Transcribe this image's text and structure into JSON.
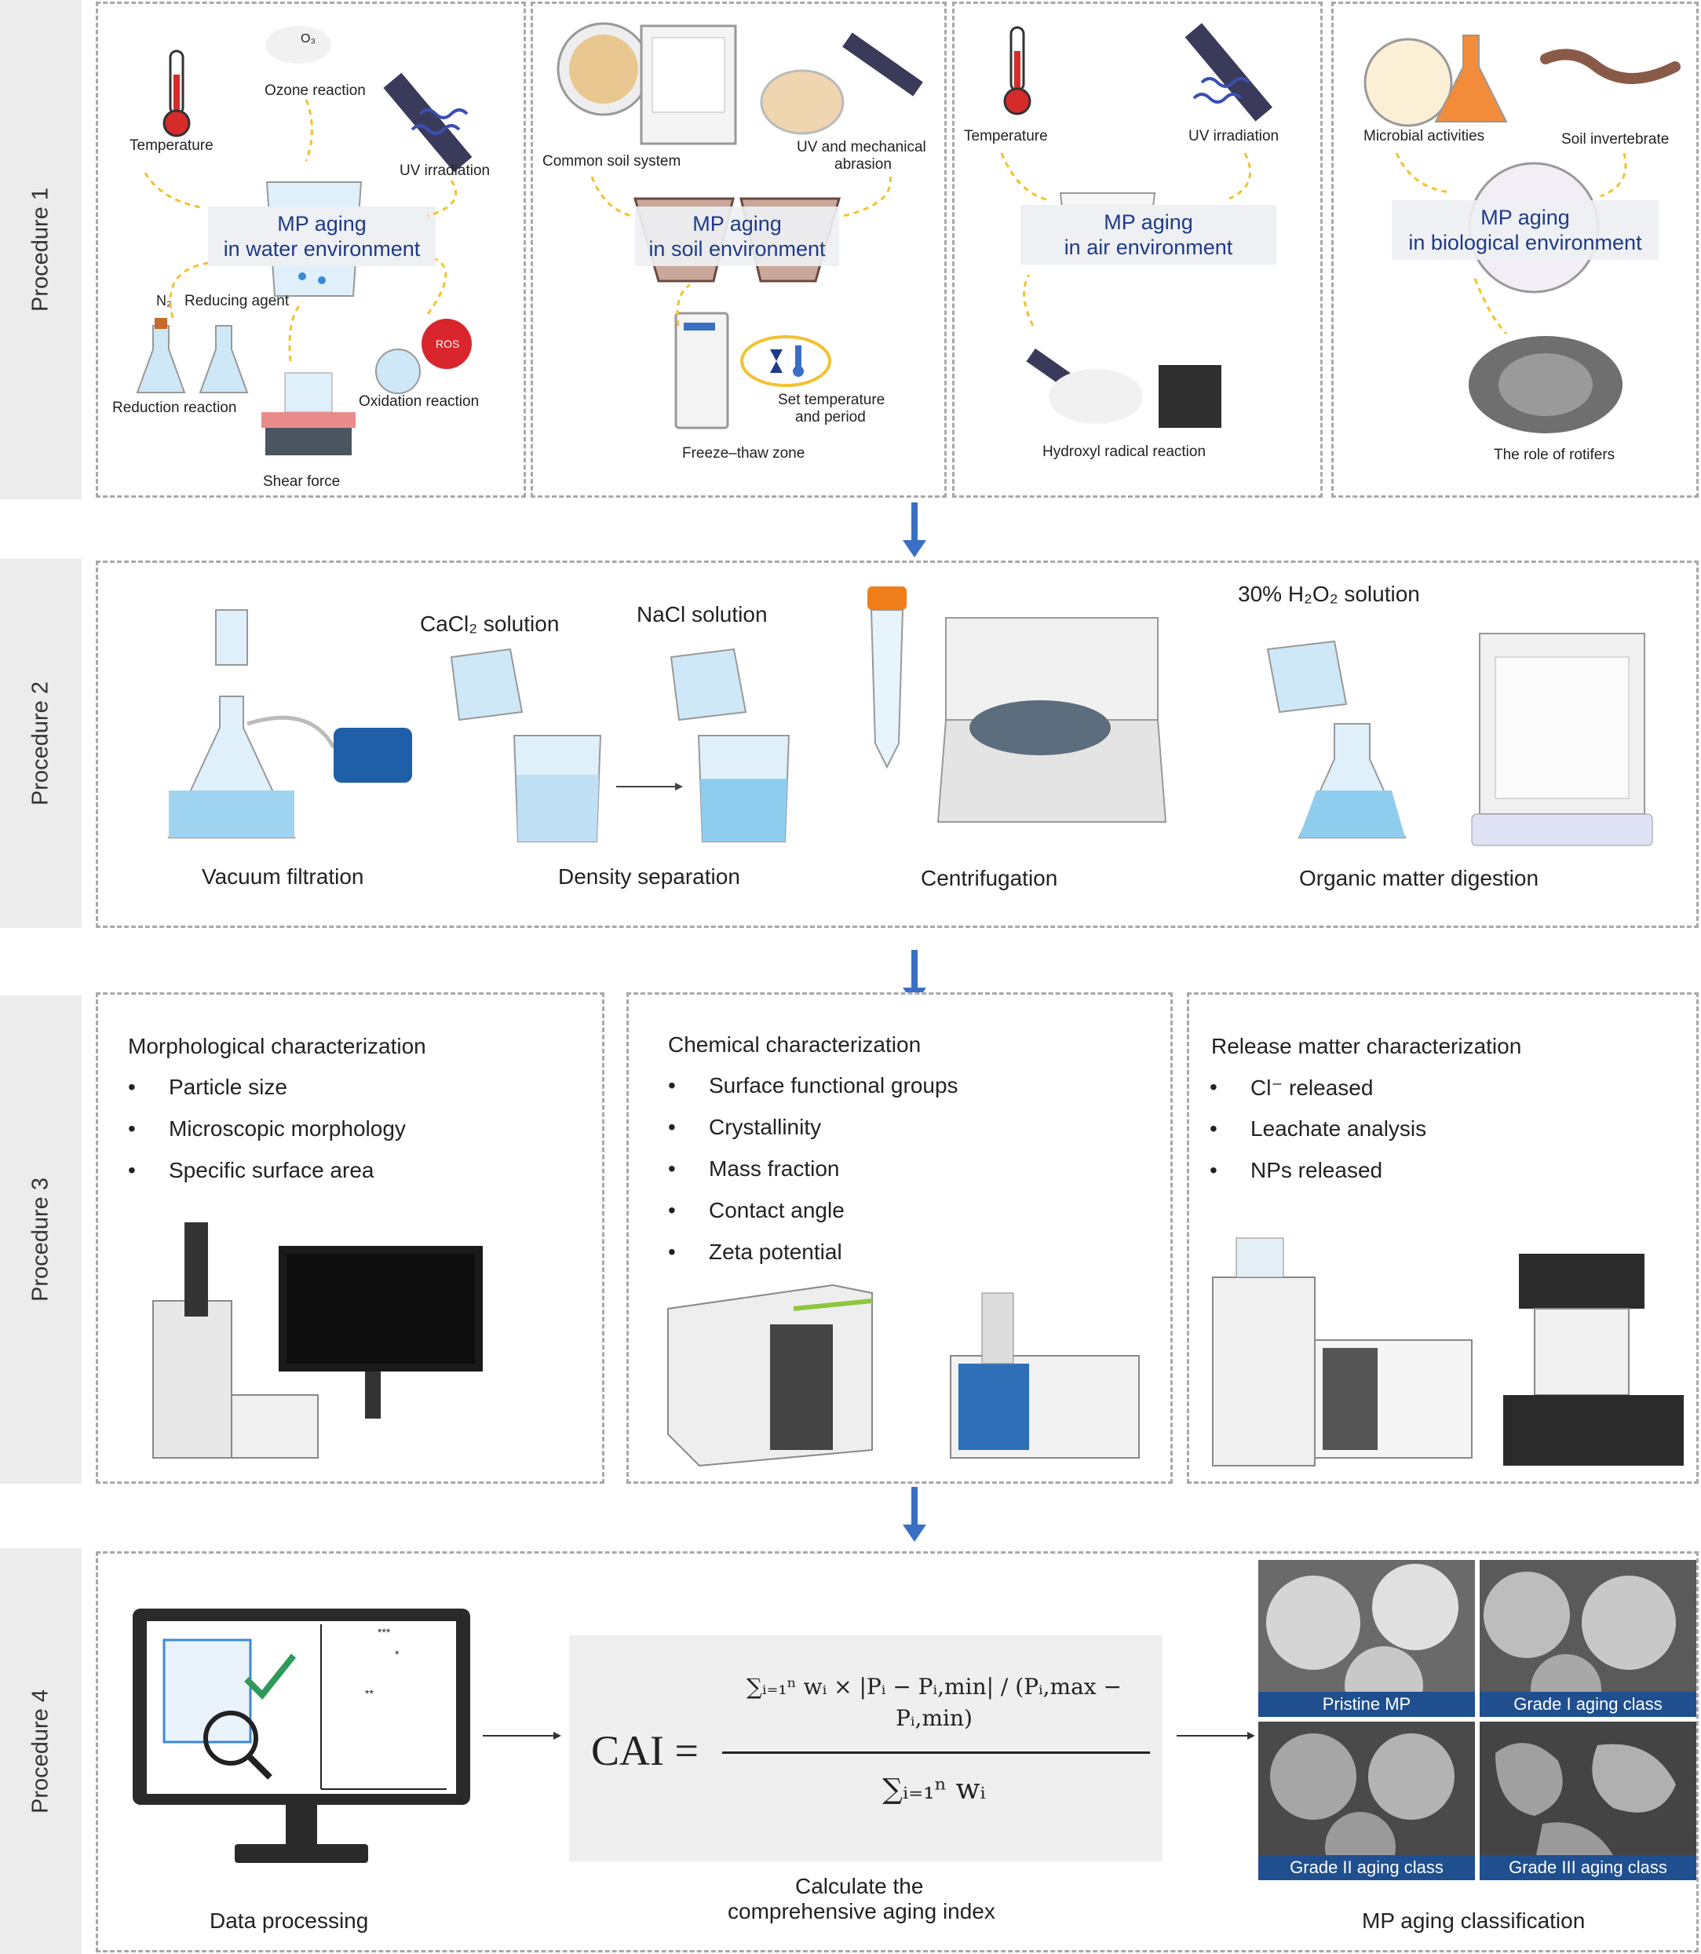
{
  "procedures": [
    "Procedure 1",
    "Procedure 2",
    "Procedure 3",
    "Procedure 4"
  ],
  "p1": {
    "water": {
      "title_l1": "MP aging",
      "title_l2": "in water environment",
      "temperature": "Temperature",
      "ozone_formula": "O₃",
      "ozone": "Ozone reaction",
      "uv": "UV irradiation",
      "n2": "N₂",
      "reducing_agent": "Reducing agent",
      "reduction": "Reduction reaction",
      "oxidation": "Oxidation reaction",
      "shear": "Shear force",
      "ros": "ROS"
    },
    "soil": {
      "title_l1": "MP aging",
      "title_l2": "in soil environment",
      "common": "Common soil system",
      "uv_mech_l1": "UV and mechanical",
      "uv_mech_l2": "abrasion",
      "freeze": "Freeze–thaw zone",
      "set_l1": "Set temperature",
      "set_l2": "and period"
    },
    "air": {
      "title_l1": "MP aging",
      "title_l2": "in air environment",
      "temperature": "Temperature",
      "uv": "UV irradiation",
      "hydroxyl": "Hydroxyl radical reaction"
    },
    "bio": {
      "title_l1": "MP aging",
      "title_l2": "in biological environment",
      "microbial": "Microbial activities",
      "soil_inv": "Soil invertebrate",
      "rotifers": "The role of rotifers"
    }
  },
  "p2": {
    "cacl2": "CaCl₂ solution",
    "nacl": "NaCl solution",
    "h2o2": "30% H₂O₂ solution",
    "vacuum": "Vacuum filtration",
    "density": "Density separation",
    "centrifugation": "Centrifugation",
    "digestion": "Organic matter digestion"
  },
  "p3": {
    "morph": {
      "header": "Morphological characterization",
      "items": [
        "Particle size",
        "Microscopic morphology",
        "Specific surface area"
      ]
    },
    "chem": {
      "header": "Chemical characterization",
      "items": [
        "Surface functional groups",
        "Crystallinity",
        "Mass fraction",
        "Contact angle",
        "Zeta potential"
      ]
    },
    "release": {
      "header": "Release matter characterization",
      "items": [
        "Cl⁻ released",
        "Leachate analysis",
        "NPs released"
      ]
    }
  },
  "p4": {
    "data_processing": "Data processing",
    "sig": [
      "***",
      "*",
      "**"
    ],
    "cai_lhs": "CAI =",
    "formula_numerator": "∑ᵢ₌₁ⁿ wᵢ × |Pᵢ − Pᵢ,min| / (Pᵢ,max − Pᵢ,min)",
    "formula_denominator": "∑ᵢ₌₁ⁿ wᵢ",
    "calc_l1": "Calculate the",
    "calc_l2": "comprehensive aging index",
    "classes": [
      "Pristine MP",
      "Grade I aging class",
      "Grade II aging class",
      "Grade III aging class"
    ],
    "classification": "MP aging classification"
  },
  "colors": {
    "accent_blue": "#3a6fc4",
    "title_blue": "#1f3a8a",
    "dashed_arrow": "#f2c230",
    "caption_bar": "#1f4f8f"
  }
}
